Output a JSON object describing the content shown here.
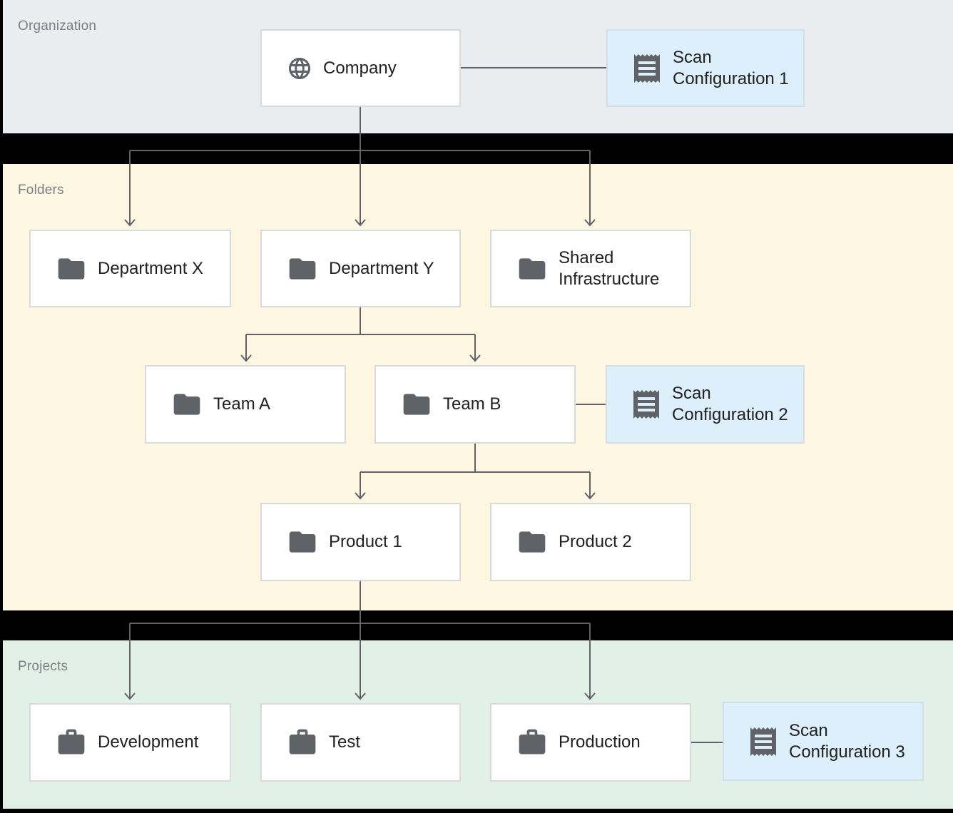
{
  "sections": {
    "organization": {
      "label": "Organization",
      "background": "#e9edf0"
    },
    "folders": {
      "label": "Folders",
      "background": "#fdf6e1"
    },
    "projects": {
      "label": "Projects",
      "background": "#e1f1e8"
    }
  },
  "nodes": {
    "company": {
      "label": "Company",
      "icon": "globe-icon",
      "section": "organization"
    },
    "scan_configuration_1": {
      "label": "Scan Configuration 1",
      "icon": "receipt-icon",
      "section": "organization"
    },
    "department_x": {
      "label": "Department X",
      "icon": "folder-icon",
      "section": "folders"
    },
    "department_y": {
      "label": "Department Y",
      "icon": "folder-icon",
      "section": "folders"
    },
    "shared_infrastructure": {
      "label": "Shared Infrastructure",
      "icon": "folder-icon",
      "section": "folders"
    },
    "team_a": {
      "label": "Team A",
      "icon": "folder-icon",
      "section": "folders"
    },
    "team_b": {
      "label": "Team B",
      "icon": "folder-icon",
      "section": "folders"
    },
    "scan_configuration_2": {
      "label": "Scan Configuration 2",
      "icon": "receipt-icon",
      "section": "folders"
    },
    "product_1": {
      "label": "Product 1",
      "icon": "folder-icon",
      "section": "folders"
    },
    "product_2": {
      "label": "Product 2",
      "icon": "folder-icon",
      "section": "folders"
    },
    "development": {
      "label": "Development",
      "icon": "briefcase-icon",
      "section": "projects"
    },
    "test": {
      "label": "Test",
      "icon": "briefcase-icon",
      "section": "projects"
    },
    "production": {
      "label": "Production",
      "icon": "briefcase-icon",
      "section": "projects"
    },
    "scan_configuration_3": {
      "label": "Scan Configuration 3",
      "icon": "receipt-icon",
      "section": "projects"
    }
  },
  "edges": [
    {
      "from": "company",
      "to": "department_x",
      "arrow": true
    },
    {
      "from": "company",
      "to": "department_y",
      "arrow": true
    },
    {
      "from": "company",
      "to": "shared_infrastructure",
      "arrow": true
    },
    {
      "from": "department_y",
      "to": "team_a",
      "arrow": true
    },
    {
      "from": "department_y",
      "to": "team_b",
      "arrow": true
    },
    {
      "from": "team_b",
      "to": "product_1",
      "arrow": true
    },
    {
      "from": "team_b",
      "to": "product_2",
      "arrow": true
    },
    {
      "from": "product_1",
      "to": "development",
      "arrow": true
    },
    {
      "from": "product_1",
      "to": "test",
      "arrow": true
    },
    {
      "from": "product_1",
      "to": "production",
      "arrow": true
    },
    {
      "from": "company",
      "to": "scan_configuration_1",
      "arrow": false
    },
    {
      "from": "team_b",
      "to": "scan_configuration_2",
      "arrow": false
    },
    {
      "from": "production",
      "to": "scan_configuration_3",
      "arrow": false
    }
  ],
  "colors": {
    "node_background": "#ffffff",
    "scan_node_background": "#ddeffb",
    "node_border": "#d8dadc",
    "connector_line": "#5f6368",
    "icon_gray": "#5f6368",
    "node_text": "#212121",
    "section_label_text": "#7c8084",
    "gap_background": "#000000"
  }
}
